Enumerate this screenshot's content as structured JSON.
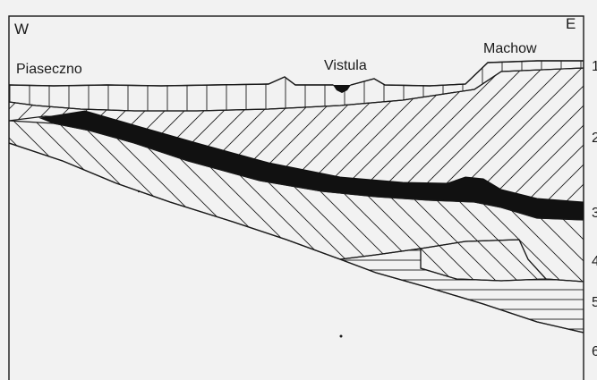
{
  "corners": {
    "west": "W",
    "east": "E"
  },
  "places": {
    "piaseczno": "Piaseczno",
    "vistula": "Vistula",
    "machow": "Machow"
  },
  "layer_numbers": [
    "1",
    "2",
    "3",
    "4",
    "5",
    "6"
  ],
  "colors": {
    "background": "#f2f2f2",
    "ink": "#1a1a1a",
    "coal_seam": "#111111"
  }
}
